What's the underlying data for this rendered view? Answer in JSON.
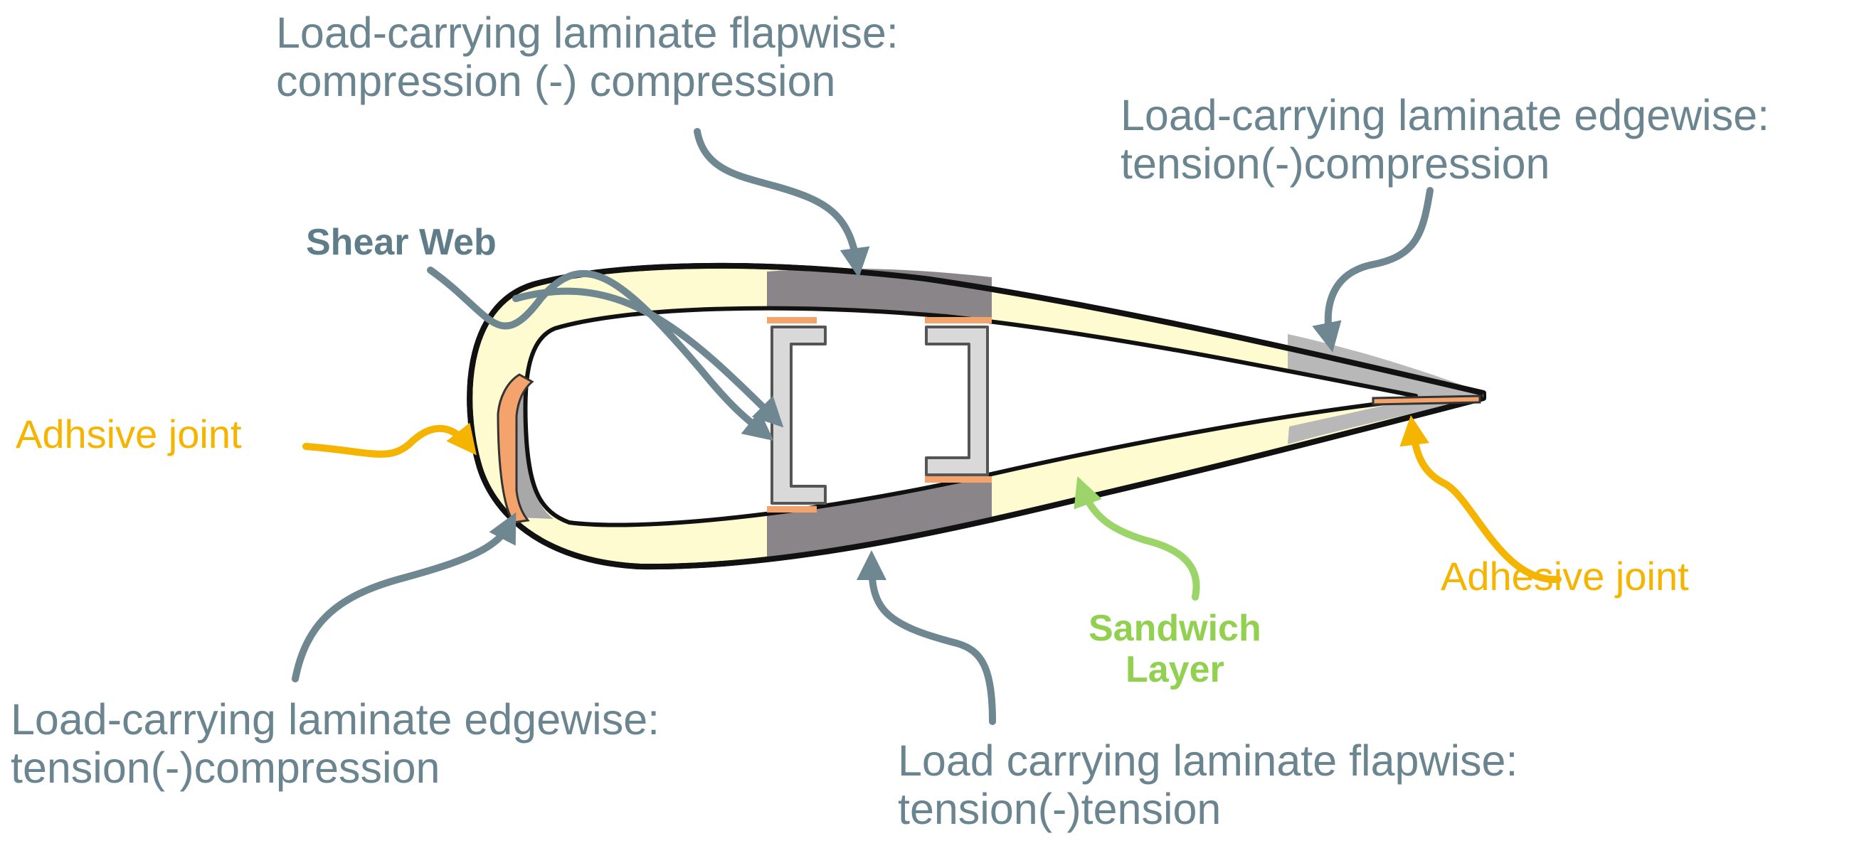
{
  "diagram": {
    "colors": {
      "shell_outline": "#111111",
      "sandwich_core": "#fffbd0",
      "spar_cap": "#8a8588",
      "trailing_laminate": "#b8b8b8",
      "leading_laminate": "#a8a8a8",
      "shear_web": "#d9d9d9",
      "adhesive": "#f5a36c",
      "arrow_gray": "#6e8791",
      "arrow_gold": "#f4b400",
      "arrow_green": "#9bd468"
    },
    "labels": {
      "flapwise_top": {
        "line1": "Load-carrying laminate flapwise:",
        "line2": "compression (-) compression"
      },
      "edgewise_right": {
        "line1": "Load-carrying laminate edgewise:",
        "line2": "tension(-)compression"
      },
      "shear_web": "Shear Web",
      "adhesive_left": "Adhsive joint",
      "adhesive_right": "Adhesive joint",
      "sandwich": {
        "line1": "Sandwich",
        "line2": "Layer"
      },
      "edgewise_left": {
        "line1": "Load-carrying laminate edgewise:",
        "line2": "tension(-)compression"
      },
      "flapwise_bottom": {
        "line1": "Load carrying laminate flapwise:",
        "line2": "tension(-)tension"
      }
    }
  }
}
